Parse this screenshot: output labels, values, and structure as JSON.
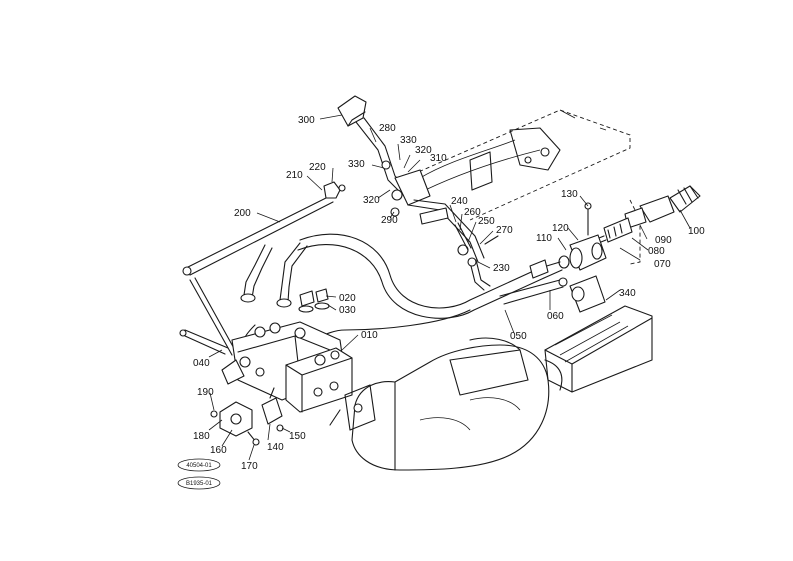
{
  "diagram": {
    "part_labels": {
      "p300": "300",
      "p280": "280",
      "p330a": "330",
      "p320a": "320",
      "p310": "310",
      "p330b": "330",
      "p320b": "320",
      "p290": "290",
      "p220": "220",
      "p210": "210",
      "p200": "200",
      "p240": "240",
      "p260": "260",
      "p250": "250",
      "p270": "270",
      "p230": "230",
      "p130": "130",
      "p120": "120",
      "p110": "110",
      "p090": "090",
      "p080": "080",
      "p070": "070",
      "p100": "100",
      "p020": "020",
      "p030": "030",
      "p010": "010",
      "p040": "040",
      "p050": "050",
      "p060": "060",
      "p340": "340",
      "p190": "190",
      "p180": "180",
      "p160": "160",
      "p140": "140",
      "p150": "150",
      "p170": "170"
    },
    "stamps": {
      "top": "40504-01",
      "bottom": "B1935-01"
    }
  }
}
